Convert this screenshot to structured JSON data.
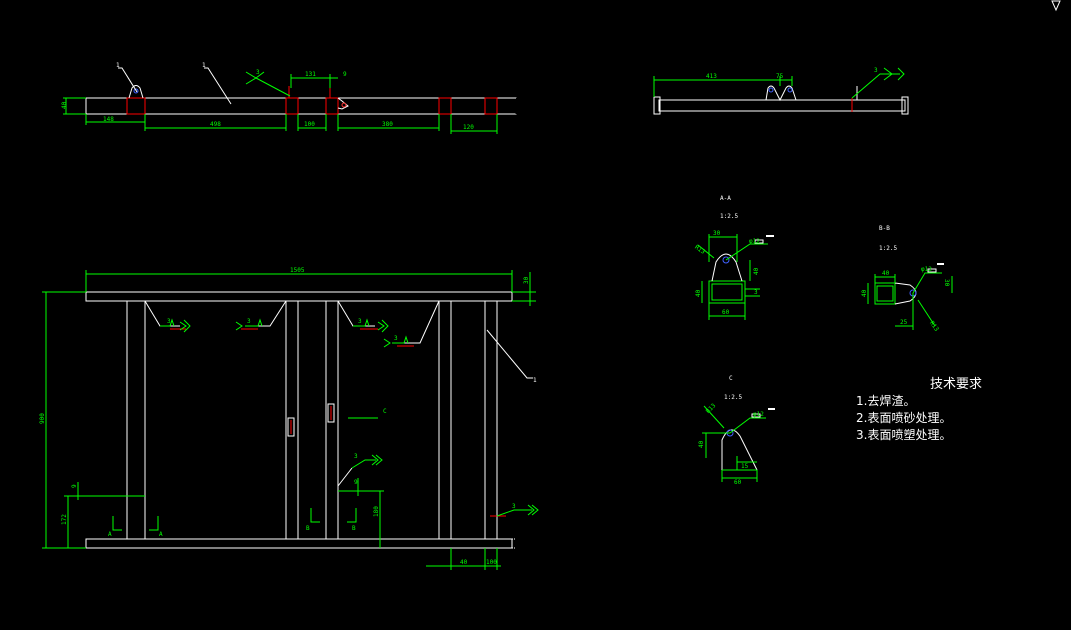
{
  "colors": {
    "background": "#000000",
    "outline": "#ffffff",
    "dimension": "#00ff00",
    "weld_accent": "#ff0000",
    "hole": "#4060ff"
  },
  "top_view": {
    "height_dim": "40",
    "dims_below": [
      "148",
      "498",
      "100",
      "380",
      "120"
    ],
    "dims_above": [
      "131",
      "9"
    ],
    "weld_symbol": "3",
    "callouts": [
      "1",
      "1"
    ]
  },
  "side_view": {
    "dims": [
      "413",
      "75"
    ],
    "weld_symbol": "3"
  },
  "front_view": {
    "overall_width": "1505",
    "top_thickness": "30",
    "overall_height": "900",
    "dims_lower_left": [
      "9",
      "172"
    ],
    "dim_center_height": "180",
    "dim_center_small": "9",
    "dims_bottom": [
      "40",
      "100"
    ],
    "weld_symbols": [
      "3",
      "3",
      "3",
      "3",
      "3",
      "3"
    ],
    "callout": "1",
    "section_labels": [
      "A",
      "A",
      "B",
      "B",
      "C"
    ]
  },
  "section_aa": {
    "title": "A-A",
    "scale": "1:2.5",
    "dims": [
      "30",
      "R13",
      "φ12",
      "40",
      "40",
      "60",
      "3"
    ]
  },
  "section_bb": {
    "title": "B-B",
    "scale": "1:2.5",
    "dims": [
      "40",
      "φ12",
      "40",
      "30",
      "25",
      "R13"
    ]
  },
  "section_c": {
    "title": "C",
    "scale": "1:2.5",
    "dims": [
      "R13",
      "φ12",
      "40",
      "15",
      "60"
    ]
  },
  "tech_notes": {
    "title": "技术要求",
    "items": [
      "1.去焊渣。",
      "2.表面喷砂处理。",
      "3.表面喷塑处理。"
    ]
  }
}
